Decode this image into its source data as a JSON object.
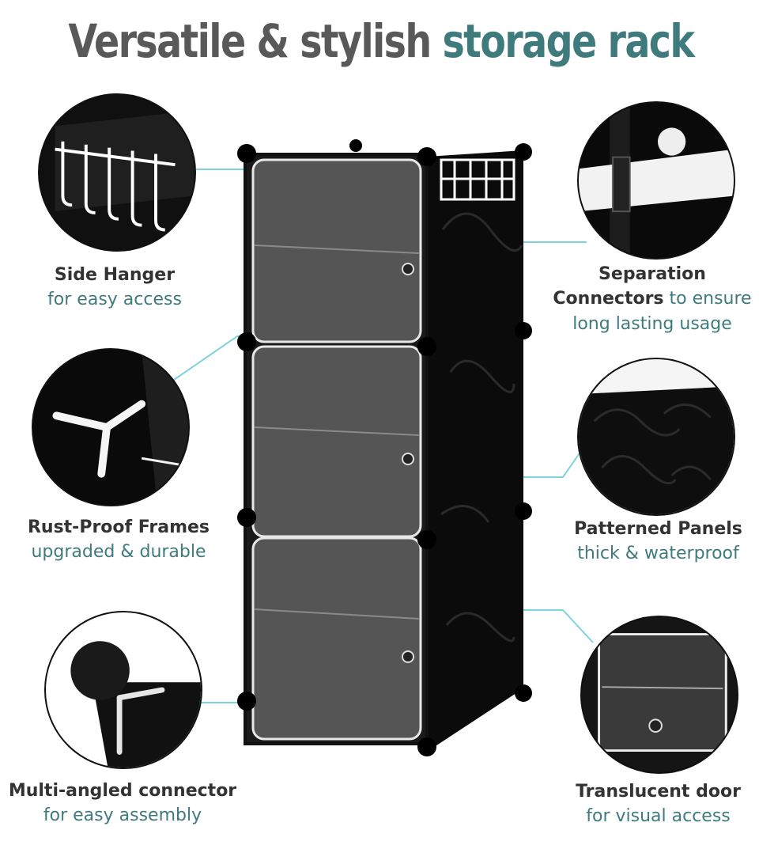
{
  "title": {
    "part1": "Versatile & stylish",
    "part2": "storage rack"
  },
  "features": {
    "side_hanger": {
      "title": "Side Hanger",
      "subtitle": "for easy access"
    },
    "separation": {
      "title_bold": "Separation",
      "line2_bold": "Connectors",
      "line2_rest": " to ensure",
      "line3": "long lasting usage"
    },
    "rust_proof": {
      "title": "Rust-Proof Frames",
      "subtitle": "upgraded & durable"
    },
    "patterned": {
      "title": "Patterned Panels",
      "subtitle": "thick & waterproof"
    },
    "multi_angled": {
      "title": "Multi-angled connector",
      "subtitle": "for easy assembly"
    },
    "translucent": {
      "title": "Translucent door",
      "subtitle": "for visual access"
    }
  },
  "colors": {
    "accent": "#3f7b7d",
    "heading": "#595959",
    "callout_line": "#7fd3de"
  },
  "icons": [
    "hanger-hook-icon",
    "connector-joint-icon",
    "frame-corner-icon",
    "pattern-panel-icon",
    "angled-connector-icon",
    "translucent-door-icon"
  ]
}
